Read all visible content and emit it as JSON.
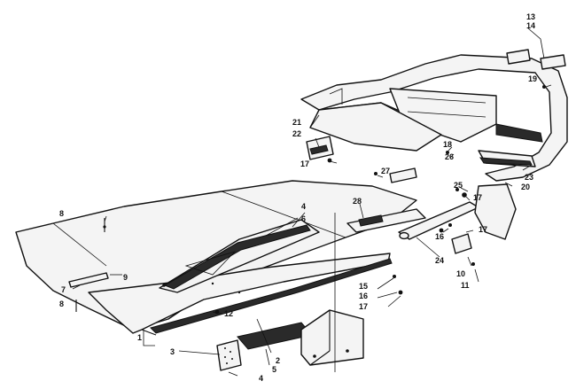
{
  "callouts": [
    {
      "id": "c1",
      "text": "1"
    },
    {
      "id": "c2",
      "text": "2"
    },
    {
      "id": "c3",
      "text": "3"
    },
    {
      "id": "c4a",
      "text": "4"
    },
    {
      "id": "c4b",
      "text": "4"
    },
    {
      "id": "c5",
      "text": "5"
    },
    {
      "id": "c6",
      "text": "6"
    },
    {
      "id": "c7",
      "text": "7"
    },
    {
      "id": "c8a",
      "text": "8"
    },
    {
      "id": "c8b",
      "text": "8"
    },
    {
      "id": "c9",
      "text": "9"
    },
    {
      "id": "c10",
      "text": "10"
    },
    {
      "id": "c11",
      "text": "11"
    },
    {
      "id": "c12",
      "text": "12"
    },
    {
      "id": "c13",
      "text": "13"
    },
    {
      "id": "c14",
      "text": "14"
    },
    {
      "id": "c15",
      "text": "15"
    },
    {
      "id": "c16a",
      "text": "16"
    },
    {
      "id": "c16b",
      "text": "16"
    },
    {
      "id": "c17a",
      "text": "17"
    },
    {
      "id": "c17b",
      "text": "17"
    },
    {
      "id": "c17c",
      "text": "17"
    },
    {
      "id": "c17d",
      "text": "17"
    },
    {
      "id": "c18",
      "text": "18"
    },
    {
      "id": "c19",
      "text": "19"
    },
    {
      "id": "c20",
      "text": "20"
    },
    {
      "id": "c21",
      "text": "21"
    },
    {
      "id": "c22",
      "text": "22"
    },
    {
      "id": "c23",
      "text": "23"
    },
    {
      "id": "c24",
      "text": "24"
    },
    {
      "id": "c25",
      "text": "25"
    },
    {
      "id": "c26",
      "text": "26"
    },
    {
      "id": "c27",
      "text": "27"
    },
    {
      "id": "c28",
      "text": "28"
    }
  ]
}
